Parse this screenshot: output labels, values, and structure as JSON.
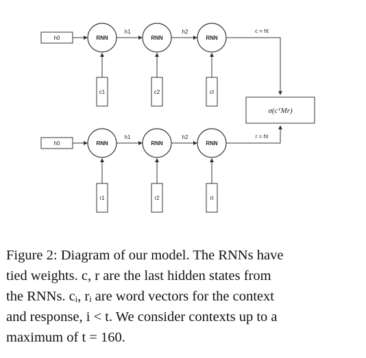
{
  "diagram": {
    "top_row": {
      "initial": "h0",
      "rnn": [
        "RNN",
        "RNN",
        "RNN"
      ],
      "hidden": [
        "h1",
        "h2"
      ],
      "inputs": [
        "c1",
        "c2",
        "ct"
      ],
      "output_label": "c = ht"
    },
    "bottom_row": {
      "initial": "h0",
      "rnn": [
        "RNN",
        "RNN",
        "RNN"
      ],
      "hidden": [
        "h1",
        "h2"
      ],
      "inputs": [
        "r1",
        "r2",
        "rt"
      ],
      "output_label": "r = ht"
    },
    "formula": "σ(cᵀMr)"
  },
  "caption": {
    "line1": "Figure 2: Diagram of our model. The RNNs have",
    "line2": "tied weights. c, r are the last hidden states from",
    "line3": "the RNNs. cᵢ, rᵢ are word vectors for the context",
    "line4": "and response, i < t. We consider contexts up to a",
    "line5": "maximum of t = 160."
  }
}
